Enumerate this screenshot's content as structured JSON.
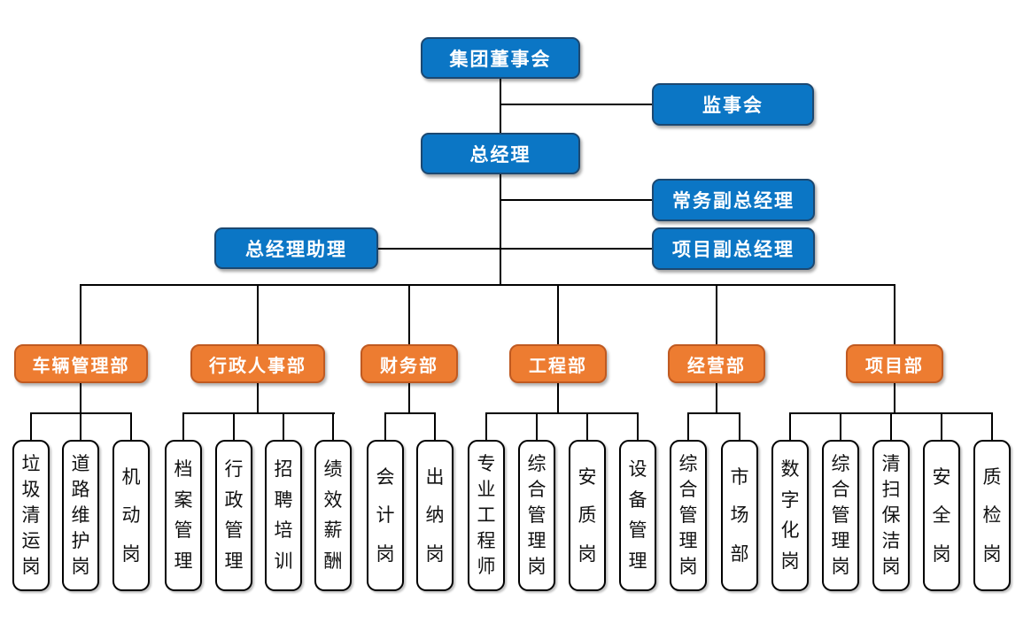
{
  "page": {
    "background": "#ffffff"
  },
  "colors": {
    "executive_fill": "#0b76c5",
    "executive_border": "#1c4871",
    "department_fill": "#ed7c31",
    "department_border": "#c05a21",
    "post_fill": "#ffffff",
    "post_border": "#000000",
    "line_color": "#000000"
  },
  "org": {
    "executive": [
      {
        "id": "board",
        "label": "集团董事会"
      },
      {
        "id": "supervisory-board",
        "label": "监事会"
      },
      {
        "id": "general-manager",
        "label": "总经理"
      },
      {
        "id": "executive-deputy-gm",
        "label": "常务副总经理"
      },
      {
        "id": "gm-assistant",
        "label": "总经理助理"
      },
      {
        "id": "project-deputy-gm",
        "label": "项目副总经理"
      }
    ],
    "departments": [
      {
        "id": "vehicle-management",
        "label": "车辆管理部",
        "children": [
          "垃圾清运岗",
          "道路维护岗",
          "机动岗"
        ]
      },
      {
        "id": "admin-hr",
        "label": "行政人事部",
        "children": [
          "档案管理",
          "行政管理",
          "招聘培训",
          "绩效薪酬"
        ]
      },
      {
        "id": "finance",
        "label": "财务部",
        "children": [
          "会计岗",
          "出纳岗"
        ]
      },
      {
        "id": "engineering",
        "label": "工程部",
        "children": [
          "专业工程师",
          "综合管理岗",
          "安质岗",
          "设备管理"
        ]
      },
      {
        "id": "operations",
        "label": "经营部",
        "children": [
          "综合管理岗",
          "市场部"
        ]
      },
      {
        "id": "project",
        "label": "项目部",
        "children": [
          "数字化岗",
          "综合管理岗",
          "清扫保洁岗",
          "安全岗",
          "质检岗"
        ]
      }
    ]
  }
}
